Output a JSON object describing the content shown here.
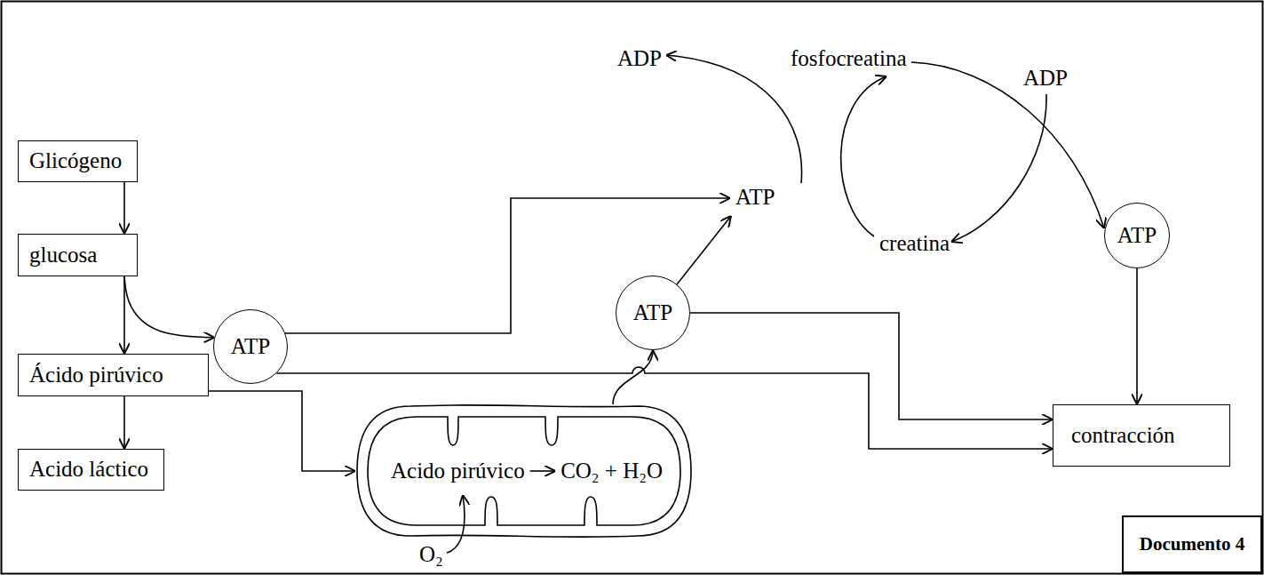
{
  "diagram": {
    "nodes": [
      {
        "text": [
          "Glicógeno"
        ]
      },
      {
        "text": [
          "glucosa"
        ]
      },
      {
        "text": [
          "Ácido pirúvico"
        ]
      },
      {
        "text": [
          "Acido láctico"
        ]
      },
      {
        "text": [
          "ATP"
        ]
      },
      {
        "text": [
          "Acido pirúvico",
          "CO₂ + H₂O"
        ]
      },
      {
        "text": [
          "ATP"
        ]
      },
      {
        "text": [
          "ATP"
        ]
      },
      {
        "text": [
          "contracción"
        ]
      },
      {
        "text": [
          "Documento 4"
        ]
      }
    ],
    "edges": [
      {
        "from": 0,
        "to": 1,
        "arrow": "to"
      },
      {
        "from": 1,
        "to": 2,
        "arrow": "to"
      },
      {
        "from": 1,
        "to": 4,
        "arrow": "to"
      },
      {
        "from": 2,
        "to": 3,
        "arrow": "to"
      },
      {
        "from": 2,
        "to": 5,
        "arrow": "to"
      },
      {
        "from": 5,
        "to": 6,
        "arrow": "to"
      },
      {
        "from": 4,
        "to": 8,
        "arrow": "to"
      },
      {
        "from": 6,
        "to": 8,
        "arrow": "to"
      },
      {
        "from": 7,
        "to": 8,
        "arrow": "to"
      }
    ],
    "labels": [
      "ADP",
      "fosfocreatina",
      "ADP",
      "ATP",
      "creatina",
      "O₂"
    ]
  }
}
